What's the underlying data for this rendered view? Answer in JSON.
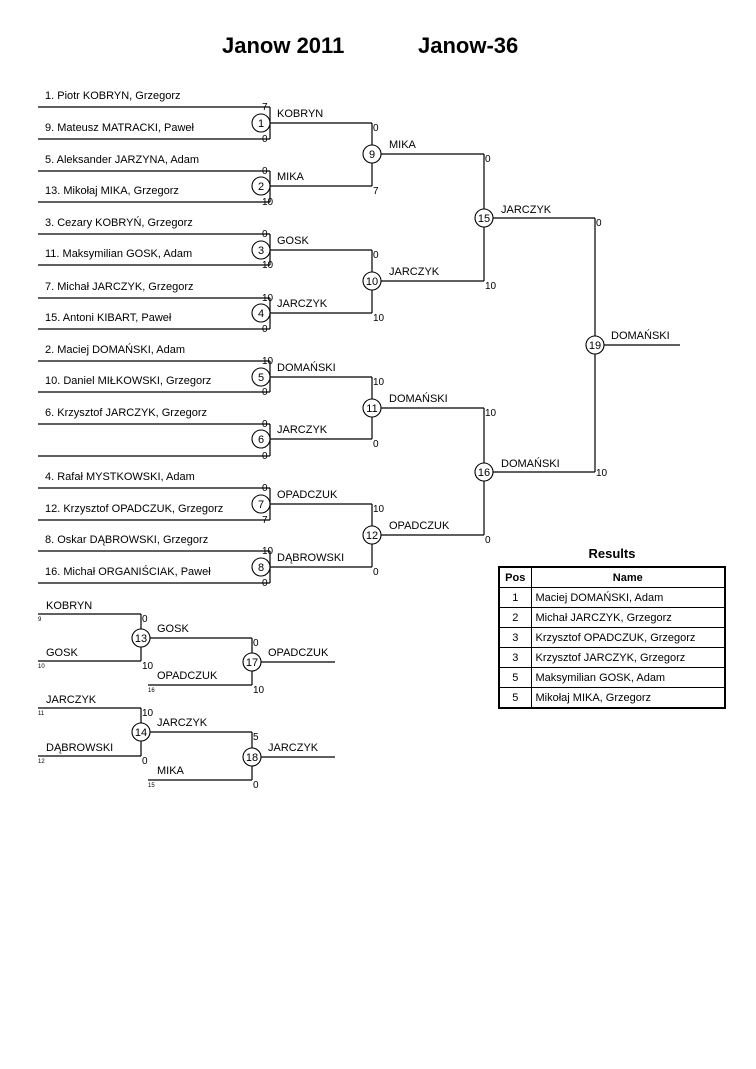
{
  "title_left": "Janow 2011",
  "title_right": "Janow-36",
  "entrants": [
    {
      "label": "1. Piotr KOBRYN, Grzegorz"
    },
    {
      "label": "9. Mateusz MATRACKI, Paweł"
    },
    {
      "label": "5. Aleksander JARZYNA, Adam"
    },
    {
      "label": "13. Mikołaj MIKA, Grzegorz"
    },
    {
      "label": "3. Cezary KOBRYŃ, Grzegorz"
    },
    {
      "label": "11. Maksymilian GOSK, Adam"
    },
    {
      "label": "7. Michał JARCZYK, Grzegorz"
    },
    {
      "label": "15. Antoni KIBART, Paweł"
    },
    {
      "label": "2. Maciej DOMAŃSKI, Adam"
    },
    {
      "label": "10. Daniel MIŁKOWSKI, Grzegorz"
    },
    {
      "label": "6. Krzysztof JARCZYK, Grzegorz"
    },
    {
      "label": ""
    },
    {
      "label": "4. Rafał MYSTKOWSKI, Adam"
    },
    {
      "label": "12. Krzysztof OPADCZUK, Grzegorz"
    },
    {
      "label": "8. Oskar DĄBROWSKI, Grzegorz"
    },
    {
      "label": "16. Michał ORGANIŚCIAK, Paweł"
    }
  ],
  "main_matches": [
    {
      "num": "1",
      "winner": "KOBRYN",
      "score_top": "7",
      "score_bottom": "0"
    },
    {
      "num": "2",
      "winner": "MIKA",
      "score_top": "0",
      "score_bottom": "10"
    },
    {
      "num": "3",
      "winner": "GOSK",
      "score_top": "0",
      "score_bottom": "10"
    },
    {
      "num": "4",
      "winner": "JARCZYK",
      "score_top": "10",
      "score_bottom": "0"
    },
    {
      "num": "5",
      "winner": "DOMAŃSKI",
      "score_top": "10",
      "score_bottom": "0"
    },
    {
      "num": "6",
      "winner": "JARCZYK",
      "score_top": "0",
      "score_bottom": "0"
    },
    {
      "num": "7",
      "winner": "OPADCZUK",
      "score_top": "0",
      "score_bottom": "7"
    },
    {
      "num": "8",
      "winner": "DĄBROWSKI",
      "score_top": "10",
      "score_bottom": "0"
    },
    {
      "num": "9",
      "winner": "MIKA",
      "score_top": "0",
      "score_bottom": "7"
    },
    {
      "num": "10",
      "winner": "JARCZYK",
      "score_top": "0",
      "score_bottom": "10"
    },
    {
      "num": "11",
      "winner": "DOMAŃSKI",
      "score_top": "10",
      "score_bottom": "0"
    },
    {
      "num": "12",
      "winner": "OPADCZUK",
      "score_top": "10",
      "score_bottom": "0"
    },
    {
      "num": "15",
      "winner": "JARCZYK",
      "score_top": "0",
      "score_bottom": "10"
    },
    {
      "num": "16",
      "winner": "DOMAŃSKI",
      "score_top": "10",
      "score_bottom": "0"
    },
    {
      "num": "19",
      "winner": "DOMAŃSKI",
      "score_top": "0",
      "score_bottom": "10"
    }
  ],
  "repechage": [
    {
      "num": "13",
      "top": "KOBRYN",
      "top_seed": "9",
      "bottom": "GOSK",
      "bottom_seed": "10",
      "winner": "GOSK",
      "score_top": "0",
      "score_bottom": "10"
    },
    {
      "num": "17",
      "bottom": "OPADCZUK",
      "bottom_seed": "16",
      "winner": "OPADCZUK",
      "score_top": "0",
      "score_bottom": "10"
    },
    {
      "num": "14",
      "top": "JARCZYK",
      "top_seed": "11",
      "bottom": "DĄBROWSKI",
      "bottom_seed": "12",
      "winner": "JARCZYK",
      "score_top": "10",
      "score_bottom": "0"
    },
    {
      "num": "18",
      "bottom": "MIKA",
      "bottom_seed": "15",
      "winner": "JARCZYK",
      "score_top": "5",
      "score_bottom": "0"
    }
  ],
  "results": {
    "title": "Results",
    "headers": [
      "Pos",
      "Name"
    ],
    "rows": [
      {
        "pos": "1",
        "name": "Maciej DOMAŃSKI, Adam"
      },
      {
        "pos": "2",
        "name": "Michał JARCZYK, Grzegorz"
      },
      {
        "pos": "3",
        "name": "Krzysztof OPADCZUK, Grzegorz"
      },
      {
        "pos": "3",
        "name": "Krzysztof JARCZYK, Grzegorz"
      },
      {
        "pos": "5",
        "name": "Maksymilian GOSK, Adam"
      },
      {
        "pos": "5",
        "name": "Mikołaj MIKA, Grzegorz"
      }
    ]
  }
}
